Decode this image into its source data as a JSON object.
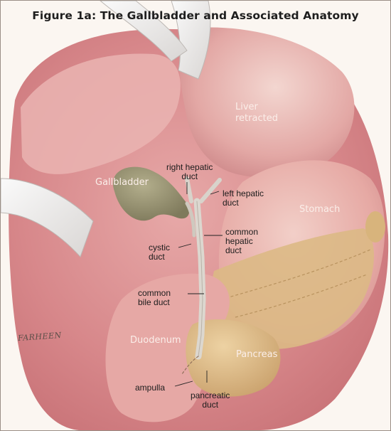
{
  "title": "Figure 1a: The Gallbladder and Associated Anatomy",
  "organs": {
    "liver": "Liver\nretracted",
    "gallbladder": "Gallbladder",
    "stomach": "Stomach",
    "duodenum": "Duodenum",
    "pancreas": "Pancreas"
  },
  "labels": {
    "right_hepatic_duct": "right hepatic\nduct",
    "left_hepatic_duct": "left hepatic\nduct",
    "common_hepatic_duct": "common\nhepatic\nduct",
    "cystic_duct": "cystic\nduct",
    "common_bile_duct": "common\nbile duct",
    "ampulla": "ampulla",
    "pancreatic_duct": "pancreatic\nduct"
  },
  "signature": "FARHEEN",
  "colors": {
    "tissue": "#d98a8c",
    "tissue_light": "#eab3b1",
    "retractor": "#f1efee",
    "gallbladder": "#948f6e",
    "pancreas": "#d9b783",
    "duct": "#dcd7cf"
  }
}
